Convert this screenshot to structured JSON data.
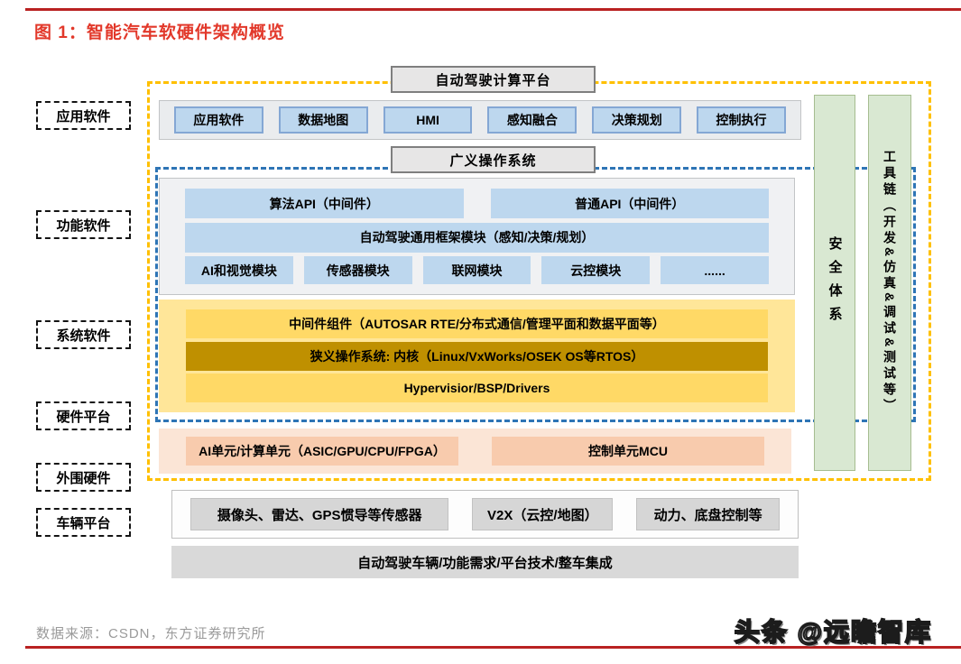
{
  "title": "图 1：智能汽车软硬件架构概览",
  "side_labels": [
    "应用软件",
    "功能软件",
    "系统软件",
    "硬件平台",
    "外围硬件",
    "车辆平台"
  ],
  "diagram": {
    "computing_platform": "自动驾驶计算平台",
    "generalized_os": "广义操作系统",
    "app_modules": [
      "应用软件",
      "数据地图",
      "HMI",
      "感知融合",
      "决策规划",
      "控制执行"
    ],
    "functional": {
      "algo_api": "算法API（中间件）",
      "common_api": "普通API（中间件）",
      "framework": "自动驾驶通用框架模块（感知/决策/规划）",
      "modules": [
        "AI和视觉模块",
        "传感器模块",
        "联网模块",
        "云控模块",
        "......"
      ]
    },
    "system": {
      "middleware": "中间件组件（AUTOSAR RTE/分布式通信/管理平面和数据平面等）",
      "kernel": "狭义操作系统: 内核（Linux/VxWorks/OSEK OS等RTOS）",
      "hypervisor": "Hypervisior/BSP/Drivers"
    },
    "hardware": {
      "ai_unit": "AI单元/计算单元（ASIC/GPU/CPU/FPGA）",
      "mcu": "控制单元MCU"
    },
    "peripheral": [
      "摄像头、雷达、GPS惯导等传感器",
      "V2X（云控/地图）",
      "动力、底盘控制等"
    ],
    "vehicle": "自动驾驶车辆/功能需求/平台技术/整车集成",
    "security": "安全体系",
    "toolchain": "工具链（开发&仿真&调试&测试等）"
  },
  "footer": {
    "source": "数据来源：CSDN，东方证券研究所",
    "watermark": "头条 @远瞻智库"
  },
  "colors": {
    "title_red": "#e2382a",
    "rule_red": "#b92121",
    "yellow_dash": "#ffc000",
    "blue_dash": "#2e75b6",
    "blue_fill": "#bdd7ee",
    "gold_light": "#ffe699",
    "gold": "#ffd966",
    "gold_dark": "#bf9000",
    "orange_light": "#fbe5d6",
    "orange": "#f8cbad",
    "green": "#d9e8d2",
    "gray": "#d9d9d9"
  }
}
